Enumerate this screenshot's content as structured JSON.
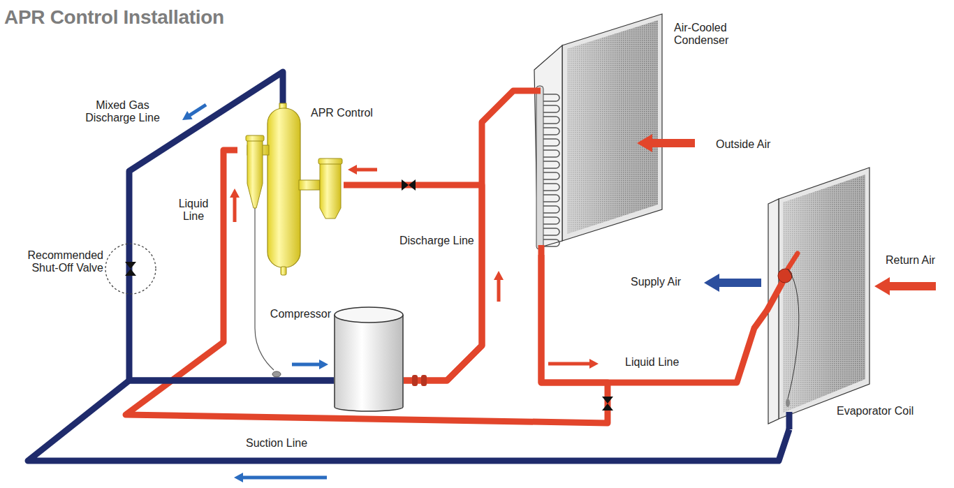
{
  "diagram": {
    "title": "APR Control Installation",
    "nodes": [
      {
        "text": [
          "APR Control"
        ]
      },
      {
        "text": [
          "Air-Cooled Condenser"
        ]
      },
      {
        "text": [
          "Compressor"
        ]
      },
      {
        "text": [
          "Evaporator Coil"
        ]
      }
    ],
    "edges": [
      {
        "from": 2,
        "to": 1,
        "arrow": "none",
        "label": "Discharge Line"
      },
      {
        "from": 2,
        "to": 0,
        "arrow": "none"
      },
      {
        "from": 1,
        "to": 3,
        "arrow": "none",
        "label": "Liquid Line"
      },
      {
        "from": 1,
        "to": 0,
        "arrow": "none",
        "label": "Liquid Line"
      },
      {
        "from": 0,
        "to": 2,
        "arrow": "none",
        "label": "Mixed Gas Discharge Line"
      },
      {
        "from": 3,
        "to": 2,
        "arrow": "none",
        "label": "Suction Line"
      }
    ],
    "labels": [
      "Recommended Shut-Off Valve",
      "Outside Air",
      "Supply Air",
      "Return Air"
    ]
  }
}
